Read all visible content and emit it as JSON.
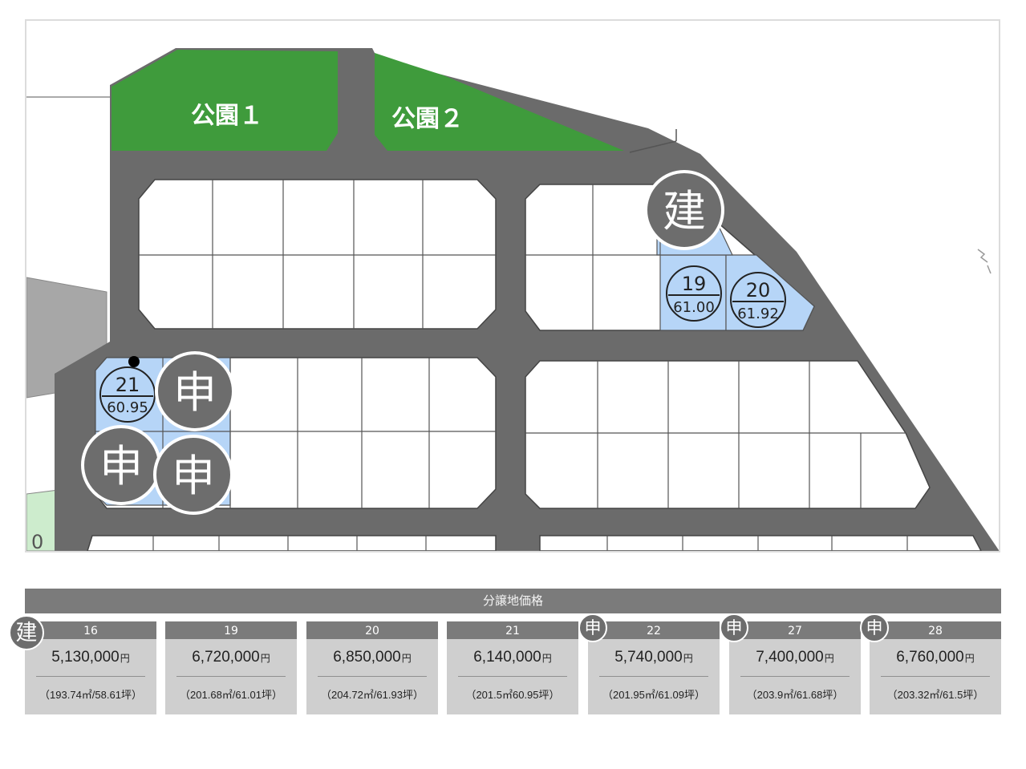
{
  "map": {
    "parks": [
      {
        "label": "公園１"
      },
      {
        "label": "公園２"
      }
    ],
    "lots": [
      {
        "number": "19",
        "area": "61.00"
      },
      {
        "number": "20",
        "area": "61.92"
      },
      {
        "number": "21",
        "area": "60.95"
      }
    ],
    "badges": {
      "built": "建",
      "applied": "申"
    },
    "edge_fragment": "0",
    "colors": {
      "road": "#6b6b6b",
      "park": "#3f9b3c",
      "available_lot": "#b6d5f7",
      "badge": "#6d6d6d"
    }
  },
  "price_table": {
    "title": "分譲地価格",
    "yen_unit": "円",
    "lots": [
      {
        "number": "16",
        "price": "5,130,000",
        "area": "（193.74㎡/58.61坪）",
        "badge": "建"
      },
      {
        "number": "19",
        "price": "6,720,000",
        "area": "（201.68㎡/61.01坪）",
        "badge": ""
      },
      {
        "number": "20",
        "price": "6,850,000",
        "area": "（204.72㎡/61.93坪）",
        "badge": ""
      },
      {
        "number": "21",
        "price": "6,140,000",
        "area": "（201.5㎡60.95坪）",
        "badge": ""
      },
      {
        "number": "22",
        "price": "5,740,000",
        "area": "（201.95㎡/61.09坪）",
        "badge": "申"
      },
      {
        "number": "27",
        "price": "7,400,000",
        "area": "（203.9㎡/61.68坪）",
        "badge": "申"
      },
      {
        "number": "28",
        "price": "6,760,000",
        "area": "（203.32㎡/61.5坪）",
        "badge": "申"
      }
    ]
  }
}
